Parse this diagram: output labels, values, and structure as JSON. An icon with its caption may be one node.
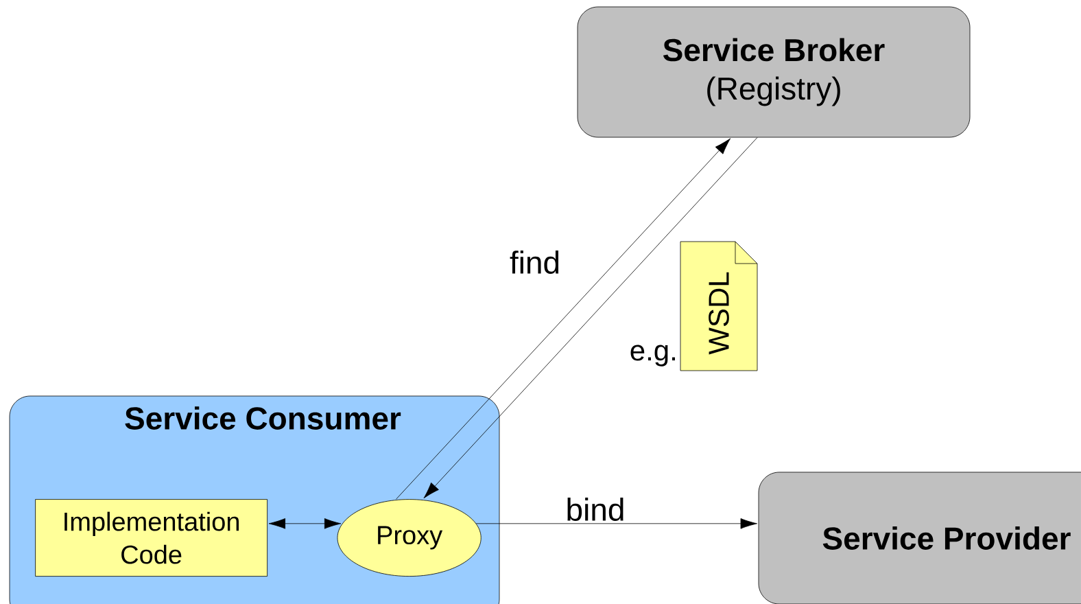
{
  "diagram": {
    "nodes": [
      {
        "text": [
          "Service Broker",
          "(Registry)"
        ]
      },
      {
        "text": [
          "Service Consumer"
        ]
      },
      {
        "text": [
          "Implementation Code"
        ],
        "in": 1
      },
      {
        "text": [
          "Proxy"
        ],
        "in": 1
      },
      {
        "text": [
          "Service Provider"
        ]
      },
      {
        "text": [
          "WSDL"
        ],
        "beside": [
          "e.g."
        ]
      }
    ],
    "edges": [
      {
        "from": 3,
        "to": 0,
        "arrow": "to",
        "label": "find"
      },
      {
        "from": 0,
        "to": 3,
        "arrow": "to"
      },
      {
        "from": 2,
        "to": 3,
        "arrow": "both"
      },
      {
        "from": 3,
        "to": 4,
        "arrow": "to",
        "label": "bind"
      }
    ]
  }
}
